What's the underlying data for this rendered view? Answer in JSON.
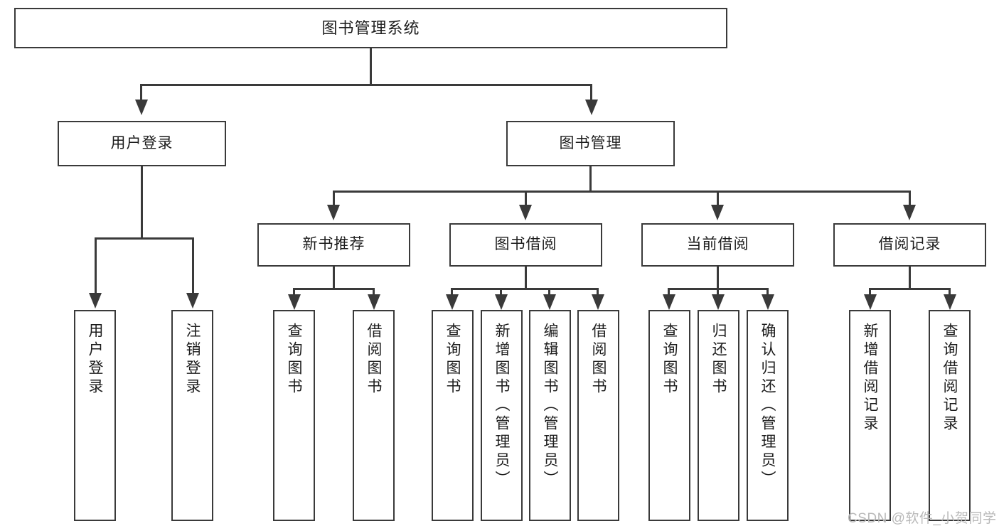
{
  "diagram": {
    "title": "图书管理系统",
    "root": {
      "label": "图书管理系统"
    },
    "level2": [
      {
        "label": "用户登录"
      },
      {
        "label": "图书管理"
      }
    ],
    "level3": [
      {
        "label": "新书推荐"
      },
      {
        "label": "图书借阅"
      },
      {
        "label": "当前借阅"
      },
      {
        "label": "借阅记录"
      }
    ],
    "leaves": {
      "user_login": [
        {
          "label": "用户登录"
        },
        {
          "label": "注销登录"
        }
      ],
      "new_book_recommend": [
        {
          "label": "查询图书"
        },
        {
          "label": "借阅图书"
        }
      ],
      "book_borrow": [
        {
          "label": "查询图书"
        },
        {
          "label": "新增图书（管理员）"
        },
        {
          "label": "编辑图书（管理员）"
        },
        {
          "label": "借阅图书"
        }
      ],
      "current_borrow": [
        {
          "label": "查询图书"
        },
        {
          "label": "归还图书"
        },
        {
          "label": "确认归还（管理员）"
        }
      ],
      "borrow_record": [
        {
          "label": "新增借阅记录"
        },
        {
          "label": "查询借阅记录"
        }
      ]
    },
    "colors": {
      "line": "#3a3a3a",
      "box_border": "#3a3a3a",
      "box_fill": "#ffffff",
      "text": "#1c1c1c",
      "watermark": "#b9b9b9"
    }
  },
  "watermark": {
    "text": "CSDN @软件_小贺同学"
  }
}
